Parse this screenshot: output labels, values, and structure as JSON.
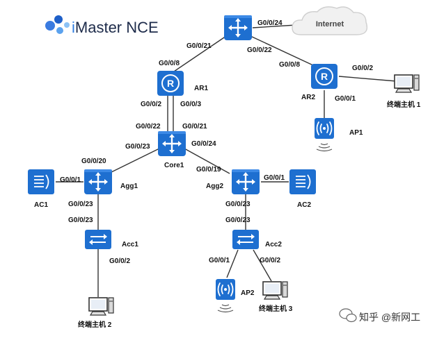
{
  "brand": {
    "name_i": "i",
    "name_rest": "Master NCE"
  },
  "internet": {
    "label": "Internet"
  },
  "devices": {
    "core_router": {
      "label": ""
    },
    "ar1": {
      "label": "AR1"
    },
    "ar2": {
      "label": "AR2"
    },
    "ap1": {
      "label": "AP1"
    },
    "host1": {
      "label": "终端主机 1"
    },
    "core1": {
      "label": "Core1"
    },
    "agg1": {
      "label": "Agg1"
    },
    "agg2": {
      "label": "Agg2"
    },
    "ac1": {
      "label": "AC1"
    },
    "ac2": {
      "label": "AC2"
    },
    "acc1": {
      "label": "Acc1"
    },
    "acc2": {
      "label": "Acc2"
    },
    "host2": {
      "label": "终端主机 2"
    },
    "ap2": {
      "label": "AP2"
    },
    "host3": {
      "label": "终端主机 3"
    }
  },
  "ports": {
    "top_internet": "G0/0/24",
    "top_ar1": "G0/0/21",
    "top_ar2": "G0/0/22",
    "ar1_top": "G0/0/8",
    "ar2_top": "G0/0/8",
    "ar2_host1": "G0/0/2",
    "ar2_ap1": "G0/0/1",
    "ar1_core_a": "G0/0/2",
    "ar1_core_b": "G0/0/3",
    "core_ar1_a": "G0/0/22",
    "core_ar1_b": "G0/0/21",
    "core_agg1": "G0/0/23",
    "core_agg2": "G0/0/24",
    "agg1_core": "G0/0/20",
    "agg1_ac1": "G0/0/1",
    "agg2_core": "G0/0/19",
    "agg2_ac2": "G0/0/1",
    "agg1_acc1": "G0/0/23",
    "acc1_agg1": "G0/0/23",
    "agg2_acc2": "G0/0/23",
    "acc2_agg2": "G0/0/23",
    "acc1_host2": "G0/0/2",
    "acc2_ap2": "G0/0/1",
    "acc2_host3": "G0/0/2"
  },
  "watermark": {
    "text": "知乎 @新网工"
  },
  "colors": {
    "device_blue": "#1e6fd0",
    "device_dark": "#0f5bb5",
    "line": "#333333"
  }
}
